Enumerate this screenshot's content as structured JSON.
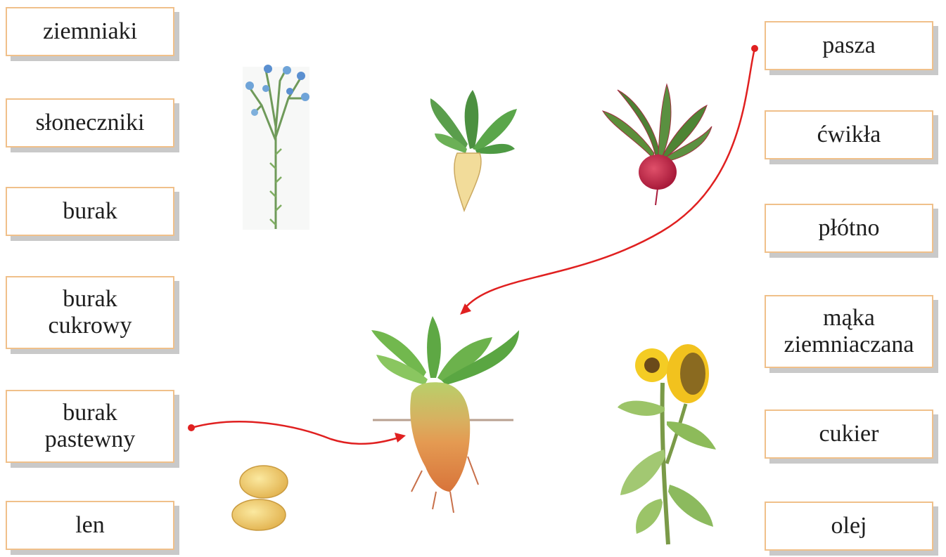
{
  "left_cards": [
    {
      "label": "ziemniaki"
    },
    {
      "label": "słoneczniki"
    },
    {
      "label": "burak"
    },
    {
      "label": "burak\ncukrowy"
    },
    {
      "label": "burak\npastewny"
    },
    {
      "label": "len"
    }
  ],
  "right_cards": [
    {
      "label": "pasza"
    },
    {
      "label": "ćwikła"
    },
    {
      "label": "płótno"
    },
    {
      "label": "mąka\nziemniaczana"
    },
    {
      "label": "cukier"
    },
    {
      "label": "olej"
    }
  ],
  "pictures": [
    "flax-plant",
    "sugar-beet-plant",
    "red-beet-plant",
    "fodder-beet-plant",
    "potatoes",
    "sunflower-plant"
  ],
  "connections": [
    {
      "from": "burak\npastewny",
      "to": "fodder-beet-plant",
      "color": "#e02020"
    },
    {
      "from": "pasza",
      "to": "fodder-beet-plant",
      "color": "#e02020"
    }
  ],
  "colors": {
    "card_border": "#f0c08a",
    "card_shadow": "#c9c9c9",
    "arrow": "#e02020"
  }
}
